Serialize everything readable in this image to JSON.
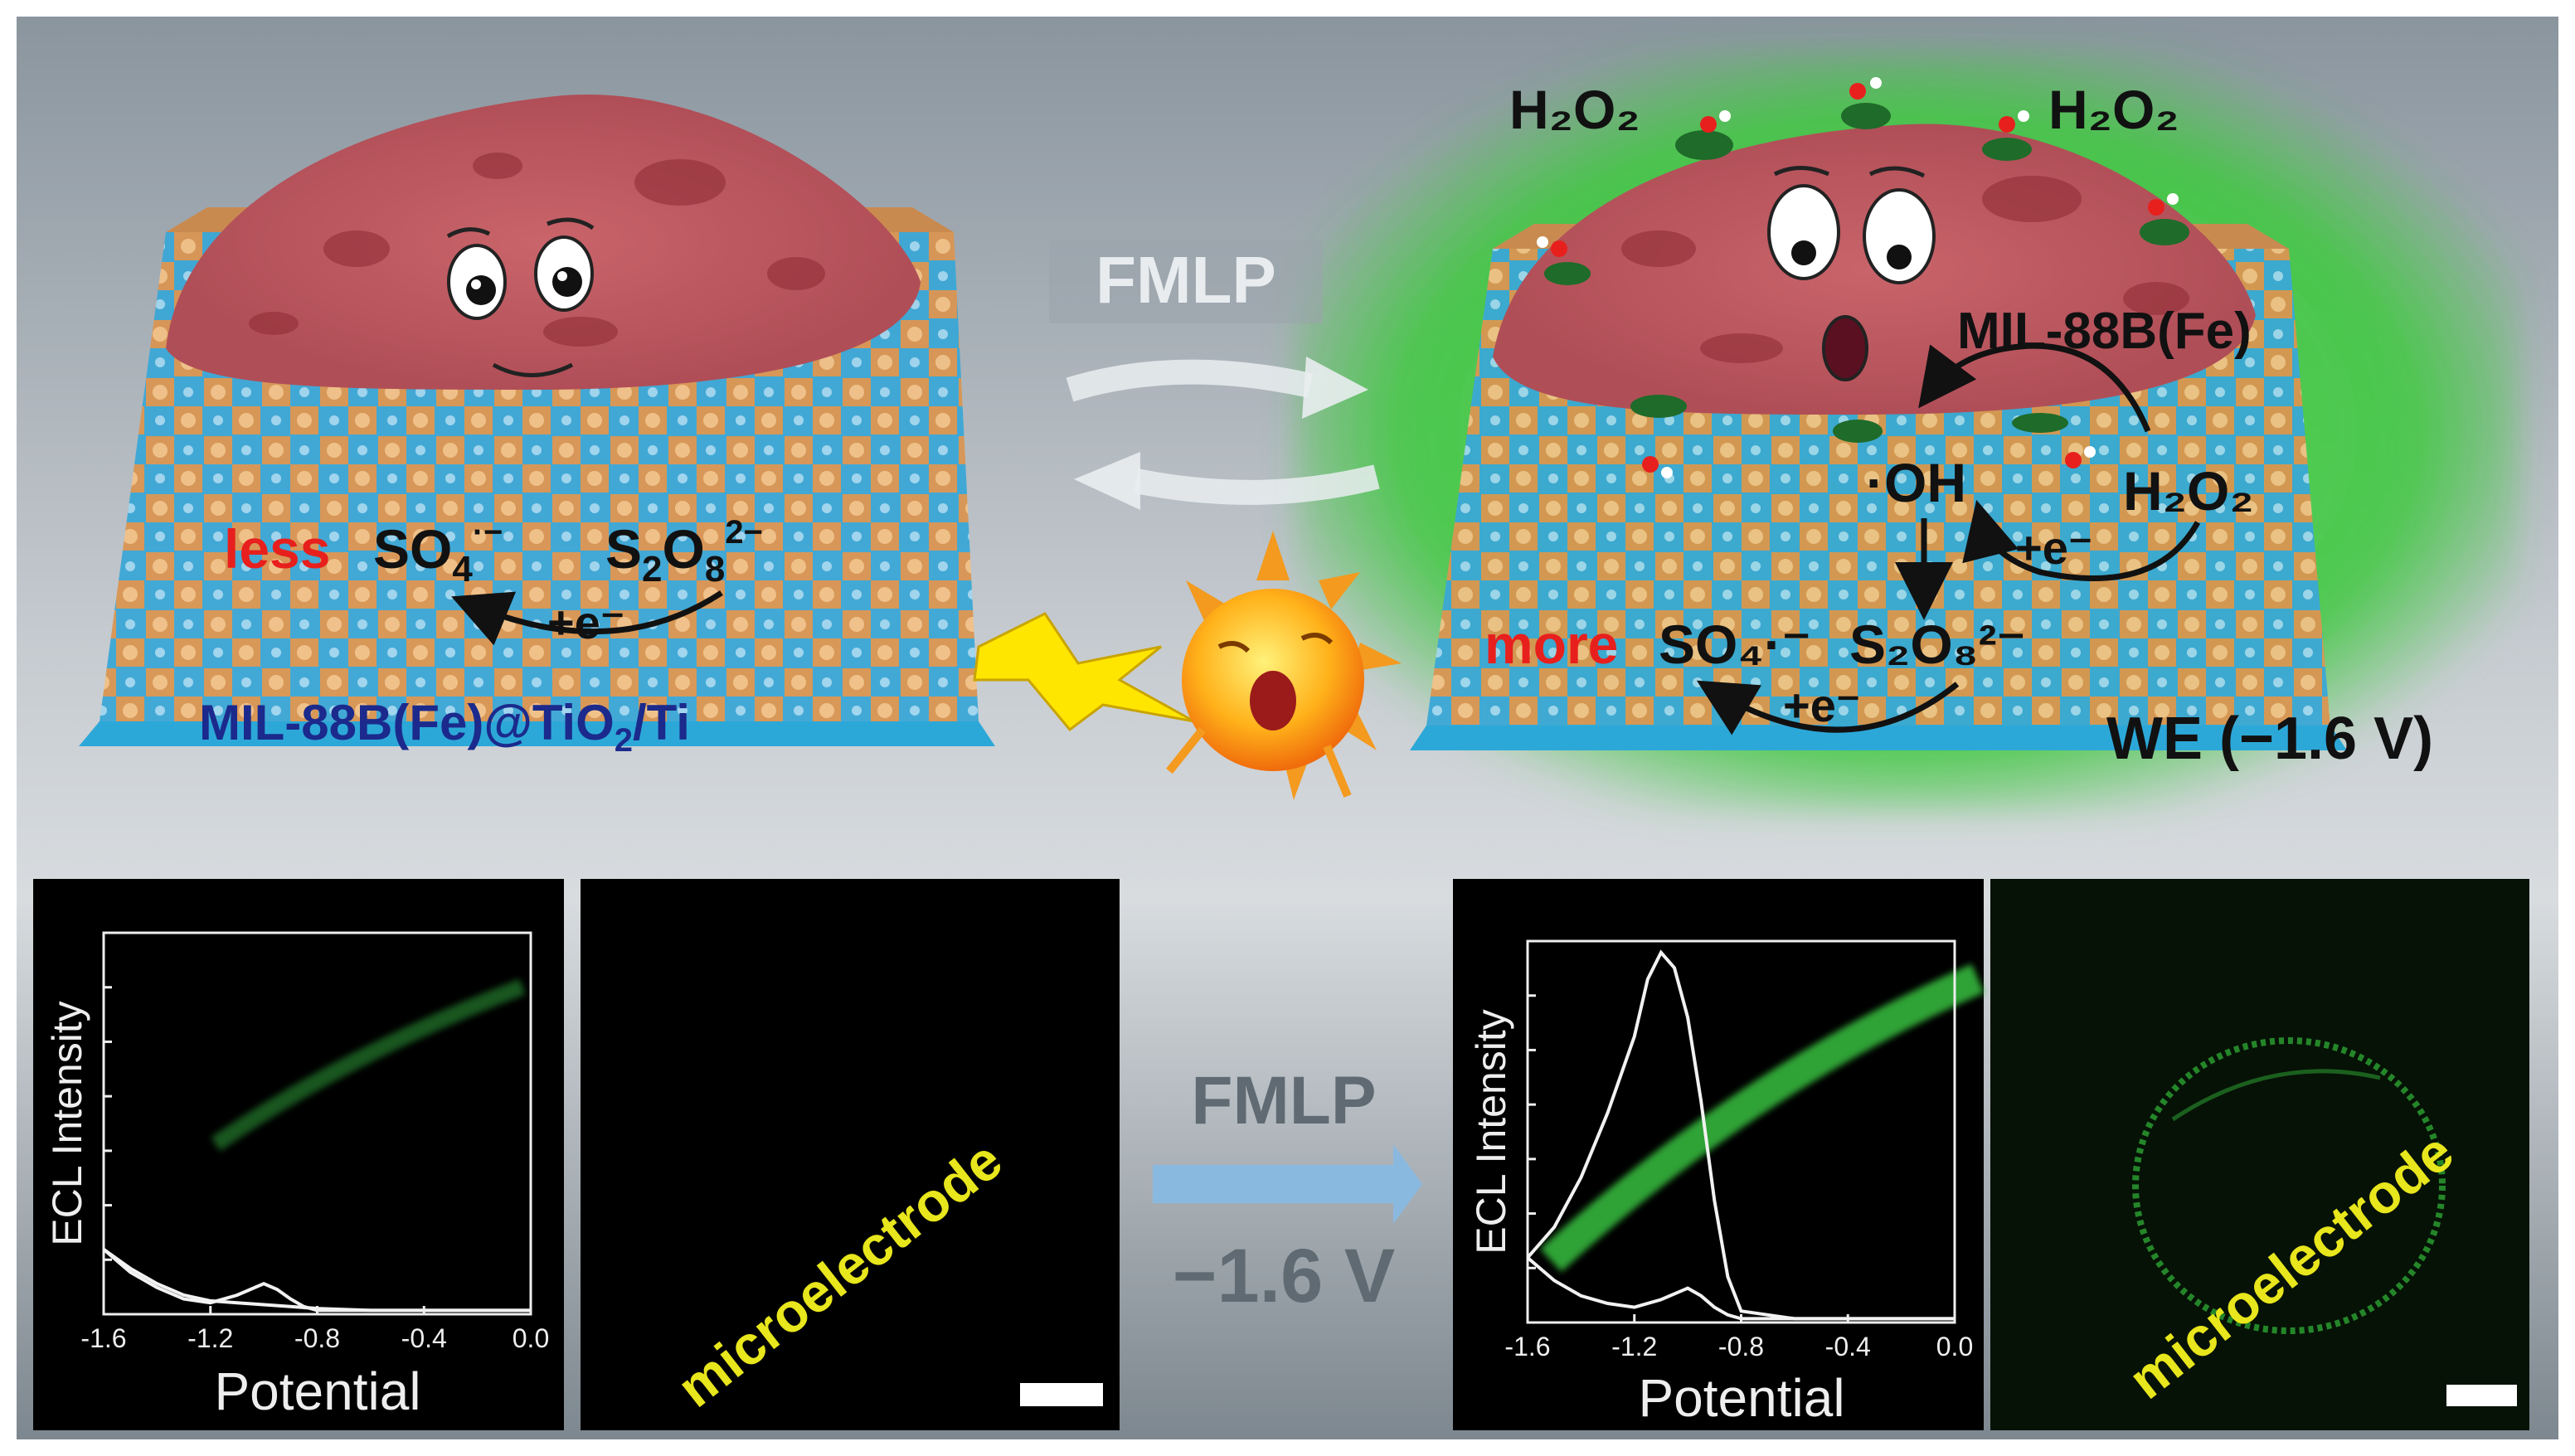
{
  "top": {
    "left_state": {
      "label_less": "less",
      "so4_base": "SO",
      "so4_sub": "4",
      "so4_sup": "·−",
      "s2o8_s": "S",
      "s2o8_sub1": "2",
      "s2o8_o": "O",
      "s2o8_sub2": "8",
      "s2o8_sup": "2−",
      "electron": "+e⁻",
      "substrate_pre": "MIL-88B(Fe)@TiO",
      "substrate_sub": "2",
      "substrate_post": "/Ti"
    },
    "arrow_label": "FMLP",
    "right_state": {
      "h2o2_left": "H₂O₂",
      "h2o2_right": "H₂O₂",
      "mof_label": "MIL-88B(Fe)",
      "oh_label": "·OH",
      "h2o2_mid": "H₂O₂",
      "electron_top": "+e⁻",
      "label_more": "more",
      "so4": "SO₄·⁻",
      "s2o8": "S₂O₈²⁻",
      "electron_bottom": "+e⁻",
      "we_label": "WE (−1.6 V)"
    }
  },
  "bottom": {
    "arrow_top": "FMLP",
    "arrow_bottom": "−1.6 V",
    "microelectrode_label": "microelectrode",
    "plot_ylabel": "ECL Intensity",
    "plot_xlabel": "Potential",
    "x_ticks": [
      "-1.6",
      "-1.2",
      "-0.8",
      "-0.4",
      "0.0"
    ]
  },
  "colors": {
    "less": "#e8201d",
    "more": "#e8201d",
    "substrate_text": "#1b2a8c",
    "micro_label": "#e8e61c",
    "ecl_glow": "#3cc23c"
  },
  "chart_data": [
    {
      "type": "line",
      "xlabel": "Potential",
      "ylabel": "ECL Intensity",
      "xlim": [
        -1.6,
        0.0
      ],
      "series": [
        {
          "x": [
            -1.6,
            -1.5,
            -1.4,
            -1.3,
            -1.2,
            -1.1,
            -1.0,
            -0.95,
            -0.9,
            -0.85,
            -0.8,
            -0.6,
            -0.4,
            -0.2,
            0.0
          ],
          "values": [
            0.17,
            0.11,
            0.07,
            0.04,
            0.03,
            0.05,
            0.08,
            0.065,
            0.04,
            0.02,
            0.01,
            0.01,
            0.01,
            0.01,
            0.01
          ]
        },
        {
          "x": [
            -1.6,
            -1.5,
            -1.4,
            -1.3,
            -1.2,
            -1.1,
            -1.0,
            -0.9,
            -0.8,
            -0.6,
            -0.4,
            -0.2,
            0.0
          ],
          "values": [
            0.17,
            0.12,
            0.08,
            0.05,
            0.035,
            0.03,
            0.025,
            0.02,
            0.015,
            0.01,
            0.01,
            0.01,
            0.01
          ]
        }
      ]
    },
    {
      "type": "line",
      "xlabel": "Potential",
      "ylabel": "ECL Intensity",
      "xlim": [
        -1.6,
        0.0
      ],
      "series": [
        {
          "x": [
            -1.6,
            -1.5,
            -1.4,
            -1.3,
            -1.2,
            -1.15,
            -1.1,
            -1.05,
            -1.0,
            -0.95,
            -0.9,
            -0.85,
            -0.8,
            -0.6,
            -0.4,
            -0.2,
            0.0
          ],
          "values": [
            0.17,
            0.25,
            0.38,
            0.55,
            0.75,
            0.9,
            0.97,
            0.93,
            0.8,
            0.58,
            0.32,
            0.12,
            0.03,
            0.01,
            0.01,
            0.01,
            0.01
          ]
        },
        {
          "x": [
            -1.6,
            -1.5,
            -1.4,
            -1.3,
            -1.2,
            -1.1,
            -1.0,
            -0.95,
            -0.9,
            -0.85,
            -0.8,
            -0.6,
            -0.4,
            -0.2,
            0.0
          ],
          "values": [
            0.17,
            0.11,
            0.07,
            0.05,
            0.04,
            0.06,
            0.09,
            0.07,
            0.04,
            0.02,
            0.01,
            0.01,
            0.01,
            0.01,
            0.01
          ]
        }
      ]
    }
  ]
}
